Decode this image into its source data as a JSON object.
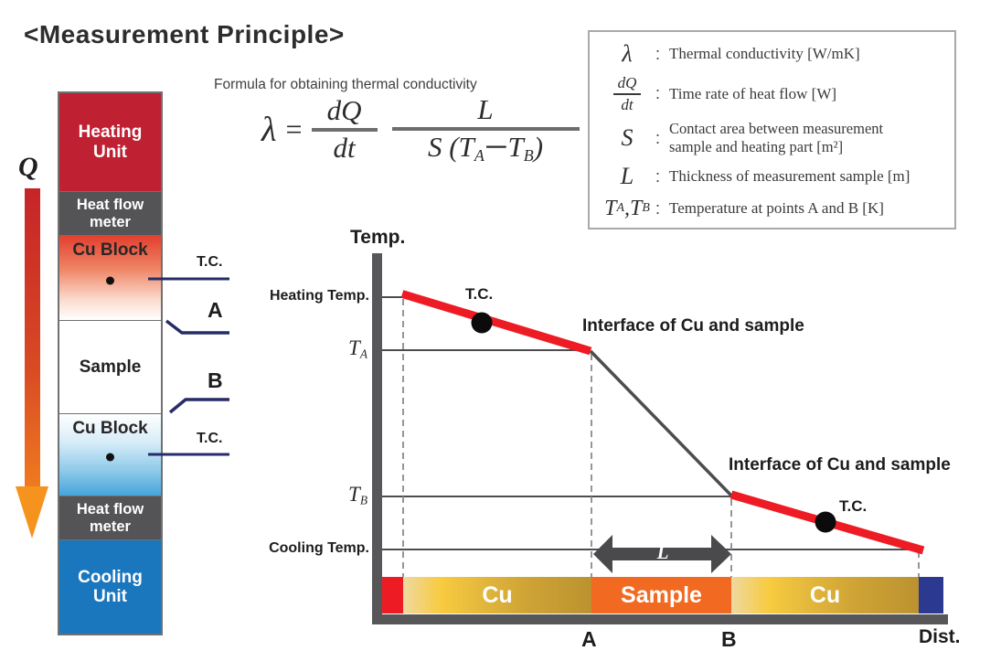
{
  "title": "<Measurement Principle>",
  "formula": {
    "caption": "Formula for obtaining thermal conductivity",
    "lambda": "λ",
    "equals": "=",
    "frac1_num": "dQ",
    "frac1_den": "dt",
    "frac2_num": "L",
    "den_open": "S (T",
    "den_sub_a": "A",
    "den_minus": "−",
    "den_t2": "T",
    "den_sub_b": "B",
    "den_close": ")"
  },
  "legend": {
    "colon": ":",
    "items": [
      {
        "symbol": "λ",
        "desc": "Thermal conductivity [W/mK]"
      },
      {
        "symbol_num": "dQ",
        "symbol_den": "dt",
        "desc": "Time rate of heat flow [W]"
      },
      {
        "symbol": "S",
        "desc_line1": "Contact area between measurement",
        "desc_line2": "sample and heating part [m²]"
      },
      {
        "symbol": "L",
        "desc": "Thickness of measurement sample [m]"
      },
      {
        "symbol_t1": "T",
        "symbol_sub1": "A",
        "symbol_sep": ", ",
        "symbol_t2": "T",
        "symbol_sub2": "B",
        "desc": "Temperature at points A and B [K]"
      }
    ]
  },
  "stack": {
    "q_label": "Q",
    "blocks": [
      {
        "label": "Heating\nUnit"
      },
      {
        "label": "Heat flow\nmeter"
      },
      {
        "label": "Cu Block"
      },
      {
        "label": "Sample"
      },
      {
        "label": "Cu Block"
      },
      {
        "label": "Heat flow\nmeter"
      },
      {
        "label": "Cooling\nUnit"
      }
    ],
    "tc_label_top": "T.C.",
    "tc_label_bottom": "T.C.",
    "point_a_label": "A",
    "point_b_label": "B"
  },
  "chart": {
    "y_axis_label": "Temp.",
    "x_axis_label": "Dist.",
    "heating_temp_label": "Heating Temp.",
    "cooling_temp_label": "Cooling Temp.",
    "ta_base": "T",
    "ta_sub": "A",
    "tb_base": "T",
    "tb_sub": "B",
    "interface_label_1": "Interface of Cu and sample",
    "interface_label_2": "Interface of Cu and sample",
    "tc_label_1": "T.C.",
    "tc_label_2": "T.C.",
    "x_tick_a": "A",
    "x_tick_b": "B",
    "l_label": "L",
    "bar_cu_left": "Cu",
    "bar_sample": "Sample",
    "bar_cu_right": "Cu"
  },
  "colors": {
    "heating_red": "#bf2032",
    "cooling_blue": "#1a76bd",
    "meter_gray": "#545456",
    "axis_gray": "#57575a",
    "line_red": "#ed1c24",
    "sample_orange": "#f26a21",
    "bar_end_blue": "#2b3990",
    "pointer_navy": "#262c67",
    "arrow_top_red": "#c62428",
    "arrow_tip_orange": "#f6921e",
    "cu_gold": "#cfa435"
  }
}
